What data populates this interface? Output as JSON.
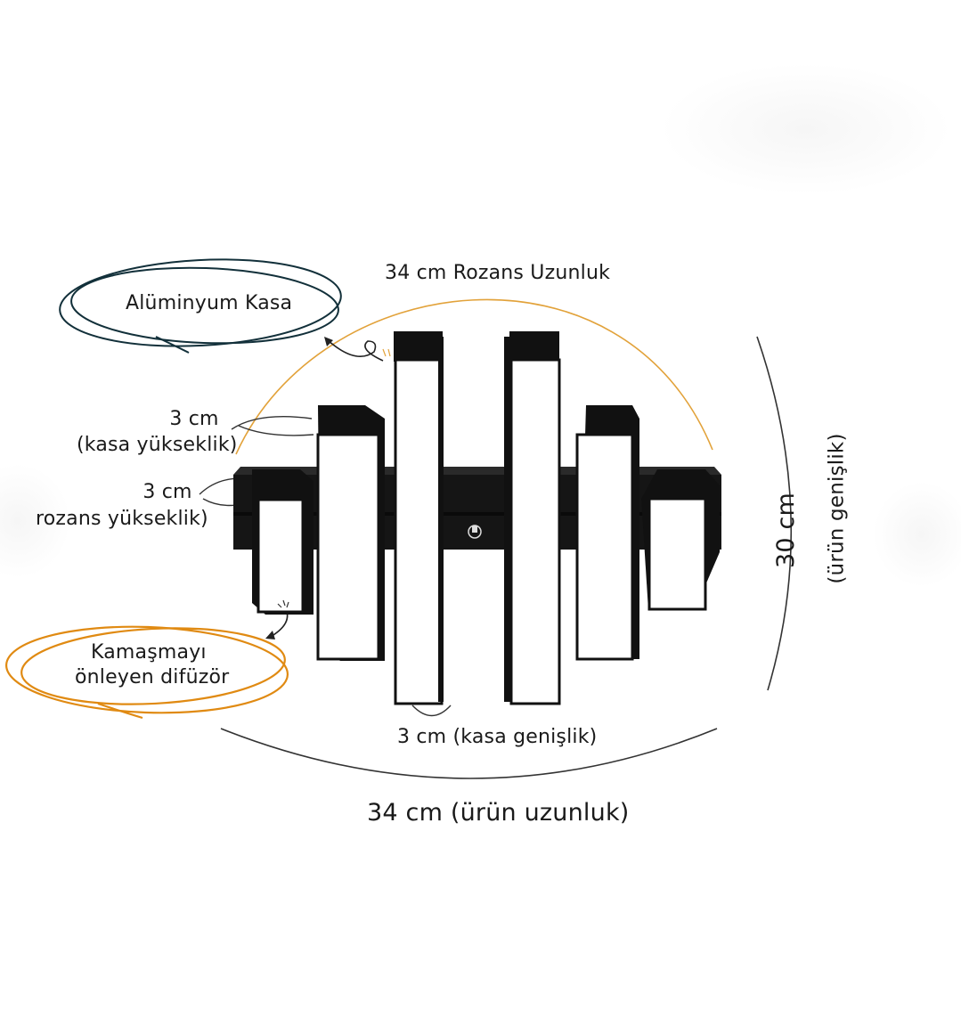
{
  "labels": {
    "rozans_length": "34 cm Rozans Uzunluk",
    "aluminum_case": "Alüminyum Kasa",
    "case_height_value": "3 cm",
    "case_height_text": "(kasa yükseklik)",
    "rozans_height_value": "3 cm",
    "rozans_height_text": "rozans yükseklik)",
    "diffuser_line1": "Kamaşmayı",
    "diffuser_line2": "önleyen difüzör",
    "case_width": "3 cm (kasa genişlik)",
    "product_length": "34 cm (ürün uzunluk)",
    "product_width_value": "30 cm",
    "product_width_text": "(ürün genişlik)"
  },
  "colors": {
    "background": "#ffffff",
    "frame": "#111111",
    "diffuser": "#ffffff",
    "arc_orange": "#e2a23a",
    "circle_teal": "#12303a",
    "circle_orange": "#e08a12",
    "ink": "#1a1a1a"
  },
  "icons": [
    "switch-icon",
    "arrow-icon"
  ]
}
